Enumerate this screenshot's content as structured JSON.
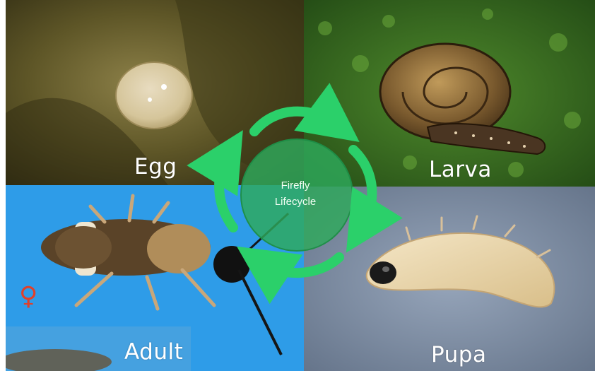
{
  "diagram": {
    "center": {
      "line1": "Firefly",
      "line2": "Lifecycle"
    },
    "stages": {
      "egg": "Egg",
      "larva": "Larva",
      "adult": "Adult",
      "pupa": "Pupa"
    },
    "female_symbol": "♀",
    "colors": {
      "arrow": "#2bd06a",
      "hub": "#2eaa5c",
      "adult_background": "#2e9ce8",
      "pupa_background": "#7f8fa4"
    }
  }
}
